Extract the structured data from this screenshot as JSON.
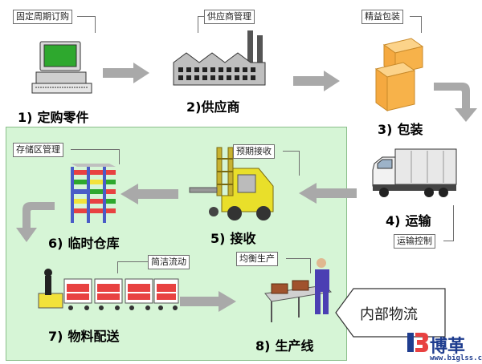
{
  "steps": [
    {
      "num": "1)",
      "label": "定购零件",
      "callout": "固定周期订购"
    },
    {
      "num": "2)",
      "label": "供应商",
      "callout": "供应商管理"
    },
    {
      "num": "3)",
      "label": "包装",
      "callout": "精益包装"
    },
    {
      "num": "4)",
      "label": "运输",
      "callout": "运输控制"
    },
    {
      "num": "5)",
      "label": "接收",
      "callout": "预期接收"
    },
    {
      "num": "6)",
      "label": "临时仓库",
      "callout": "存储区管理"
    },
    {
      "num": "7)",
      "label": "物料配送",
      "callout": "简洁流动"
    },
    {
      "num": "8)",
      "label": "生产线",
      "callout": "均衡生产"
    }
  ],
  "internal_logistics": "内部物流",
  "logo": {
    "name": "博革",
    "url": "www.biglss.com"
  },
  "colors": {
    "internal_area": "#d6f5d6",
    "arrow": "#a9a9a9",
    "box": "#f7b24a",
    "forklift": "#e9df2a",
    "logo": "#1f3d8f"
  }
}
